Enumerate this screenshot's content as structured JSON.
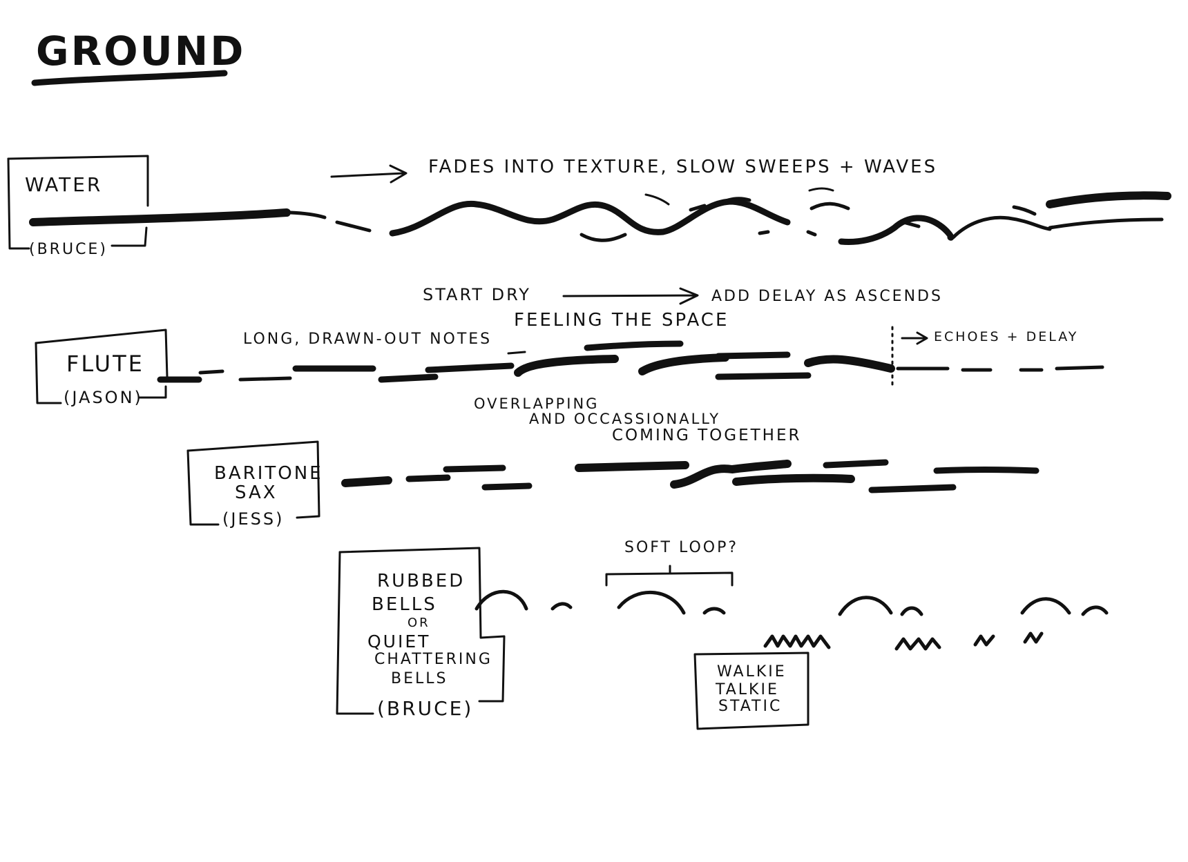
{
  "title": "GROUND",
  "colors": {
    "ink": "#111111",
    "paper": "#ffffff"
  },
  "parts": {
    "water": {
      "name": "WATER",
      "performer": "(BRUCE)",
      "direction": "FADES INTO TEXTURE, SLOW SWEEPS + WAVES"
    },
    "flute": {
      "name": "FLUTE",
      "performer": "(JASON)",
      "direction_top_left": "START DRY",
      "direction_top_right": "ADD DELAY AS ASCENDS",
      "direction_left": "LONG, DRAWN-OUT NOTES",
      "direction_right": "FEELING THE SPACE",
      "direction_end": "ECHOES + DELAY"
    },
    "baritone_sax": {
      "name_line1": "BARITONE",
      "name_line2": "SAX",
      "performer": "(JESS)",
      "note_line1": "OVERLAPPING",
      "note_line2": "AND OCCASSIONALLY",
      "note_line3": "COMING TOGETHER"
    },
    "bells": {
      "name_line1": "RUBBED",
      "name_line2": "BELLS",
      "name_line3": "OR",
      "name_line4": "QUIET",
      "name_line5": "CHATTERING",
      "name_line6": "BELLS",
      "performer": "(BRUCE)",
      "loop_note": "SOFT LOOP?"
    },
    "walkie": {
      "name_line1": "WALKIE",
      "name_line2": "TALKIE",
      "name_line3": "STATIC"
    }
  }
}
